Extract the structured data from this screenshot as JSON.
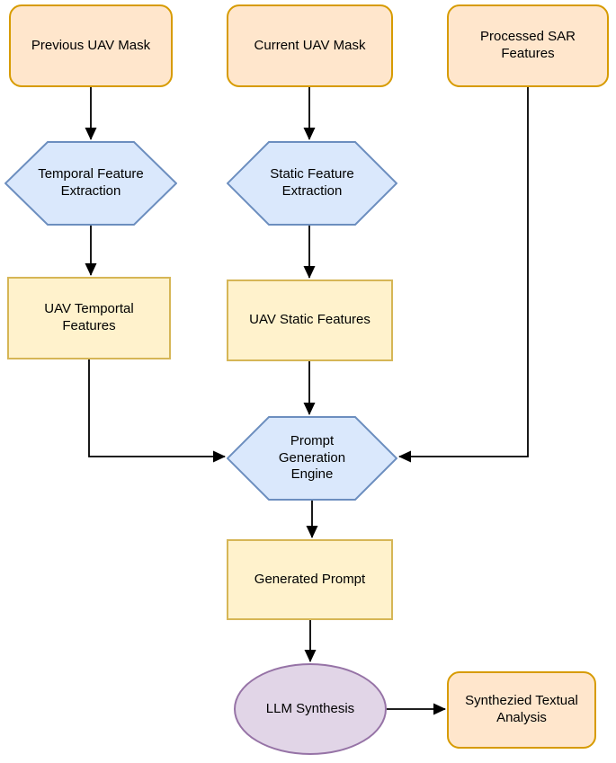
{
  "diagram": {
    "type": "flowchart",
    "background": "#ffffff",
    "colors": {
      "input_fill": "#FFE6CC",
      "input_stroke": "#D79B00",
      "process_fill": "#DAE8FC",
      "process_stroke": "#6C8EBF",
      "data_fill": "#FFF2CC",
      "data_stroke": "#D6B656",
      "llm_fill": "#E1D5E7",
      "llm_stroke": "#9673A6",
      "arrow": "#000000"
    },
    "nodes": [
      {
        "id": "previous-uav-mask",
        "label": "Previous UAV Mask",
        "shape": "rounded-rect",
        "color": "orange"
      },
      {
        "id": "current-uav-mask",
        "label": "Current UAV Mask",
        "shape": "rounded-rect",
        "color": "orange"
      },
      {
        "id": "processed-sar-features",
        "label": "Processed SAR Features",
        "shape": "rounded-rect",
        "color": "orange"
      },
      {
        "id": "temporal-feature-extraction",
        "label": "Temporal Feature Extraction",
        "shape": "hexagon",
        "color": "blue"
      },
      {
        "id": "static-feature-extraction",
        "label": "Static Feature Extraction",
        "shape": "hexagon",
        "color": "blue"
      },
      {
        "id": "uav-temporal-features",
        "label": "UAV Temportal Features",
        "shape": "rect",
        "color": "yellow"
      },
      {
        "id": "uav-static-features",
        "label": "UAV Static Features",
        "shape": "rect",
        "color": "yellow"
      },
      {
        "id": "prompt-generation-engine",
        "label": "Prompt Generation Engine",
        "shape": "hexagon",
        "color": "blue"
      },
      {
        "id": "generated-prompt",
        "label": "Generated Prompt",
        "shape": "rect",
        "color": "yellow"
      },
      {
        "id": "llm-synthesis",
        "label": "LLM Synthesis",
        "shape": "ellipse",
        "color": "purple"
      },
      {
        "id": "synthezied-textual-analysis",
        "label": "Synthezied Textual Analysis",
        "shape": "rounded-rect",
        "color": "orange"
      }
    ],
    "edges": [
      {
        "from": "previous-uav-mask",
        "to": "temporal-feature-extraction"
      },
      {
        "from": "current-uav-mask",
        "to": "static-feature-extraction"
      },
      {
        "from": "temporal-feature-extraction",
        "to": "uav-temporal-features"
      },
      {
        "from": "static-feature-extraction",
        "to": "uav-static-features"
      },
      {
        "from": "uav-temporal-features",
        "to": "prompt-generation-engine"
      },
      {
        "from": "uav-static-features",
        "to": "prompt-generation-engine"
      },
      {
        "from": "processed-sar-features",
        "to": "prompt-generation-engine"
      },
      {
        "from": "prompt-generation-engine",
        "to": "generated-prompt"
      },
      {
        "from": "generated-prompt",
        "to": "llm-synthesis"
      },
      {
        "from": "llm-synthesis",
        "to": "synthezied-textual-analysis"
      }
    ]
  }
}
